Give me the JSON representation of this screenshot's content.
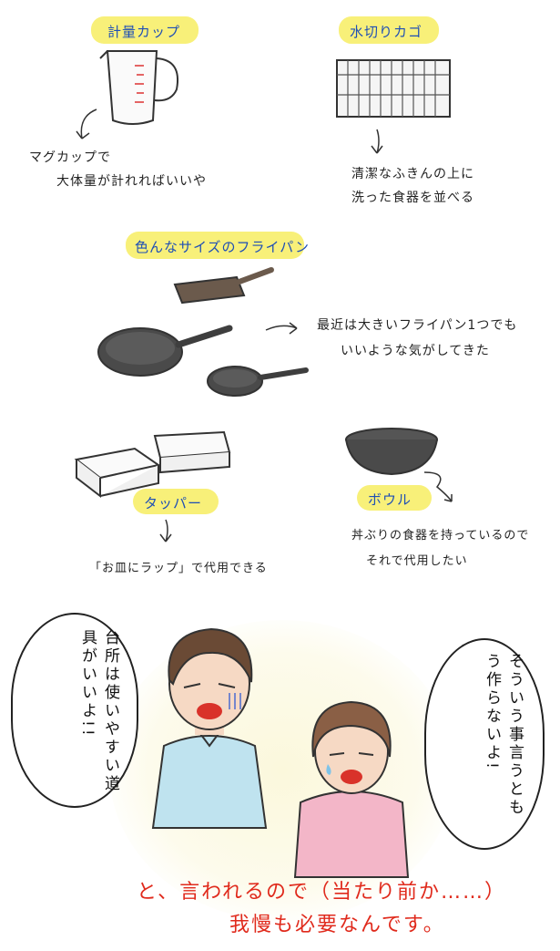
{
  "items": {
    "measuring_cup": {
      "label": "計量カップ",
      "note_line1": "マグカップで",
      "note_line2": "大体量が計れればいいや"
    },
    "drain_basket": {
      "label": "水切りカゴ",
      "note_line1": "清潔なふきんの上に",
      "note_line2": "洗った食器を並べる"
    },
    "frying_pans": {
      "label": "色んなサイズのフライパン",
      "note_line1": "最近は大きいフライパン1つでも",
      "note_line2": "いいような気がしてきた"
    },
    "tupperware": {
      "label": "タッパー",
      "note": "「お皿にラップ」で代用できる"
    },
    "bowl": {
      "label": "ボウル",
      "note_line1": "丼ぶりの食器を持っているので",
      "note_line2": "それで代用したい"
    }
  },
  "comic": {
    "man_speech": "台所は使いやすい道具がいいよ!!",
    "woman_speech": "そういう事言うともう作らないよ!",
    "caption_line1": "と、言われるので（当たり前か……）",
    "caption_line2": "我慢も必要なんです。"
  },
  "colors": {
    "highlight": "#f7ee6a",
    "label_text": "#1f4fb5",
    "caption_text": "#e02a1c",
    "man_shirt": "#bfe3ef",
    "woman_shirt": "#f3b6c8",
    "background_glow": "#fbf8dc"
  }
}
